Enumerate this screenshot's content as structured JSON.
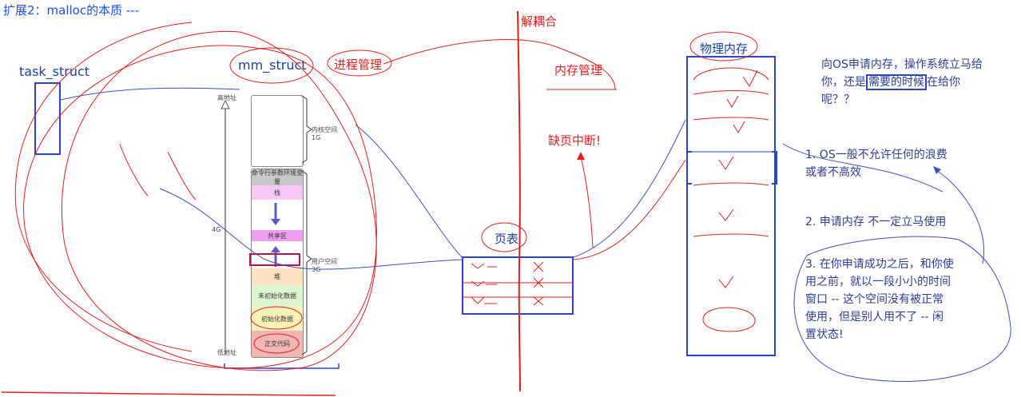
{
  "title": "扩展2：malloc的本质 ---",
  "labels": {
    "task_struct": "task_struct",
    "mm_struct": "mm_struct",
    "process_mgmt": "进程管理",
    "decouple": "解耦合",
    "memory_mgmt": "内存管理",
    "page_fault": "缺页中断!",
    "page_table": "页表",
    "physical_memory": "物理内存"
  },
  "address_space": {
    "high_addr": "高地址",
    "low_addr": "低地址",
    "kernel_space": "内核空间 1G",
    "user_space": "用户空间 3G",
    "total": "4G",
    "segments": [
      {
        "label": "命令行参数环境变量"
      },
      {
        "label": "栈"
      },
      {
        "label": ""
      },
      {
        "label": "共享区"
      },
      {
        "label": ""
      },
      {
        "label": "堆"
      },
      {
        "label": "未初始化数据"
      },
      {
        "label": "初始化数据"
      },
      {
        "label": "正文代码"
      }
    ]
  },
  "notes": {
    "question": [
      "向OS申请内存，操作系统立马给",
      "你，还是",
      "需要的时候",
      "在给你",
      "呢？？"
    ],
    "point1": [
      "1. OS一般不允许任何的浪费",
      "或者不高效"
    ],
    "point2": "2. 申请内存 不一定立马使用",
    "point3": [
      "3. 在你申请成功之后，和你使",
      "用之前，就以一段小小的时间",
      "窗口 -- 这个空间没有被正常",
      "使用，但是别人用不了 -- 闲",
      "置状态!"
    ]
  },
  "colors": {
    "ink_blue": "#2b45c9",
    "ink_red": "#e02020",
    "stack": "#f7c7f5",
    "shared": "#f09ef0",
    "heap": "#fde0c0",
    "bss": "#dff5cf",
    "data": "#f8f1b8",
    "text": "#f2b6b6",
    "cmd": "#c8c8c8"
  }
}
